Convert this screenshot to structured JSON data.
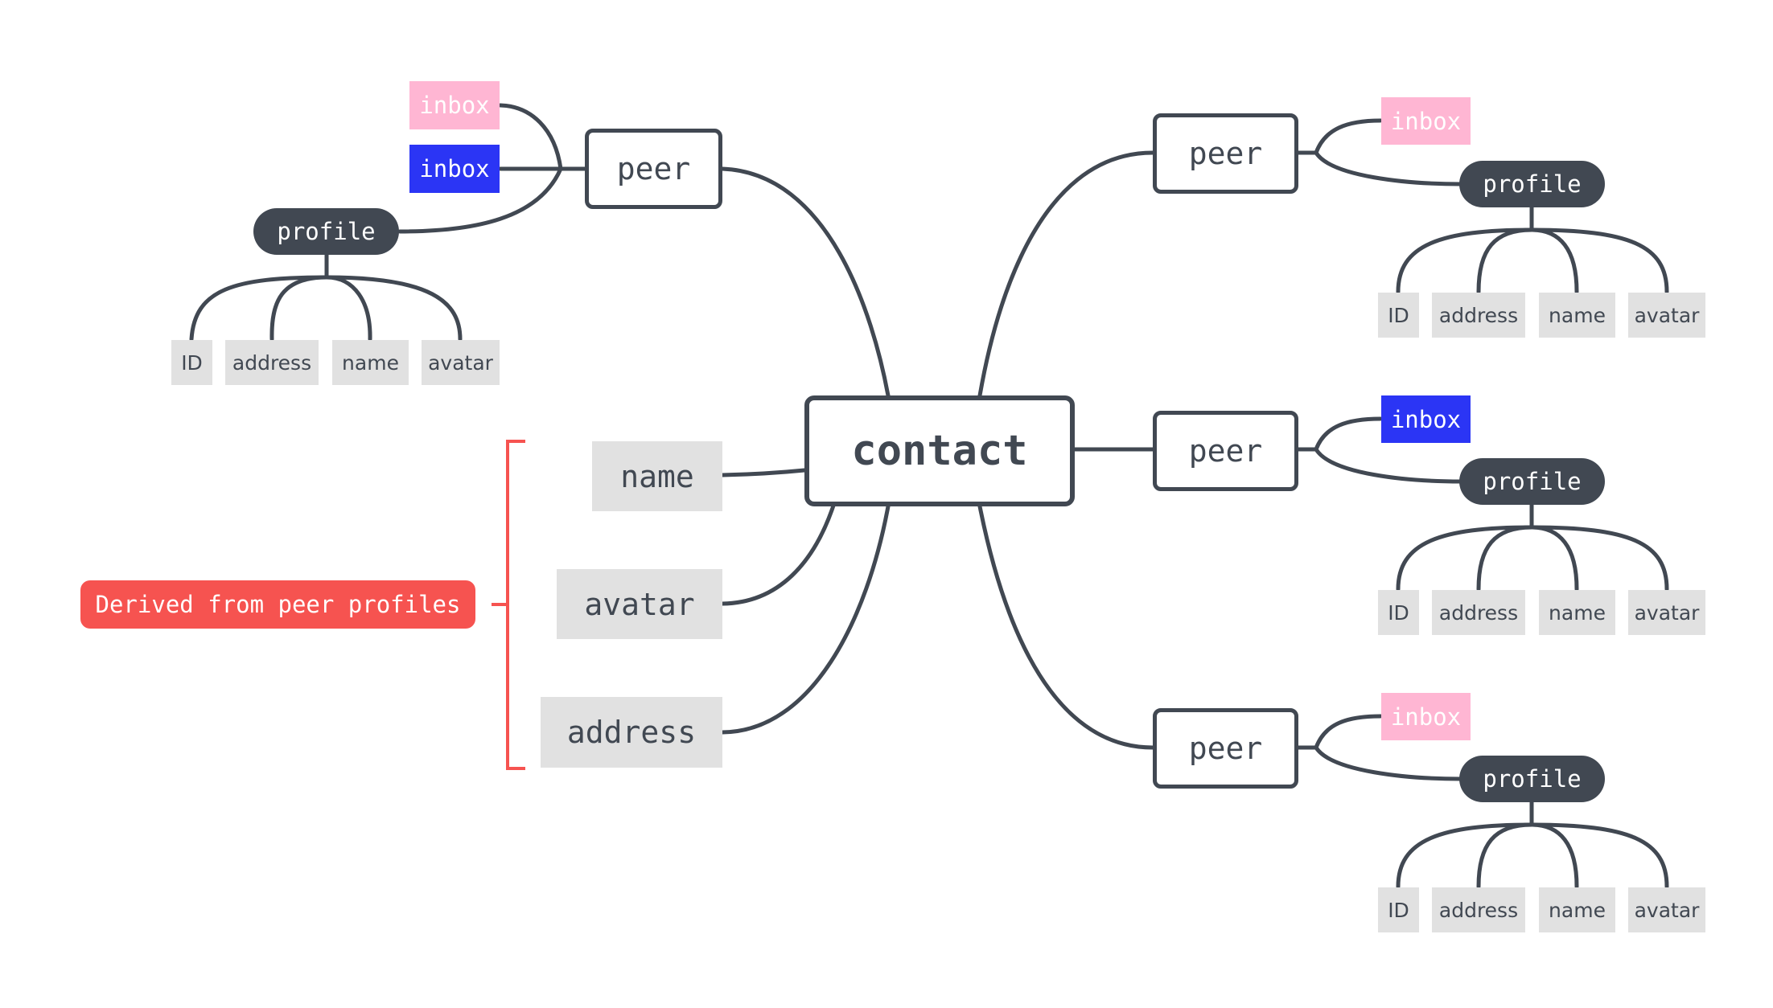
{
  "diagram": {
    "center": "contact",
    "peer_label": "peer",
    "profile_label": "profile",
    "inbox_label": "inbox",
    "fields": [
      "ID",
      "address",
      "name",
      "avatar"
    ],
    "attributes": [
      "name",
      "avatar",
      "address"
    ],
    "note": "Derived from peer profiles"
  },
  "colors": {
    "line": "#414852",
    "inbox_pink": "#ffb6d3",
    "inbox_blue": "#2b35f5",
    "field_bg": "#e1e1e1",
    "note": "#f65350"
  }
}
